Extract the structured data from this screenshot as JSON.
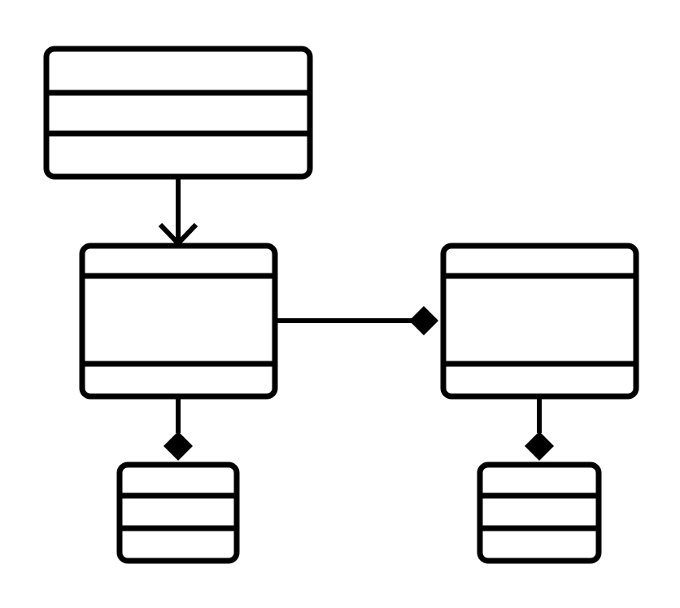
{
  "diagram": {
    "type": "uml-class-diagram",
    "colors": {
      "stroke": "#000000",
      "fill": "#ffffff",
      "background": "#ffffff"
    },
    "classes": [
      {
        "id": "class-top",
        "compartments": 3
      },
      {
        "id": "class-middle-left",
        "compartments": 3
      },
      {
        "id": "class-middle-right",
        "compartments": 3
      },
      {
        "id": "class-bottom-left",
        "compartments": 3
      },
      {
        "id": "class-bottom-right",
        "compartments": 3
      }
    ],
    "relationships": [
      {
        "kind": "directed-association",
        "from": "class-top",
        "to": "class-middle-left"
      },
      {
        "kind": "composition",
        "part": "class-middle-left",
        "whole": "class-middle-right"
      },
      {
        "kind": "composition",
        "part": "class-bottom-left",
        "whole": "class-middle-left"
      },
      {
        "kind": "composition",
        "part": "class-bottom-right",
        "whole": "class-middle-right"
      }
    ]
  }
}
